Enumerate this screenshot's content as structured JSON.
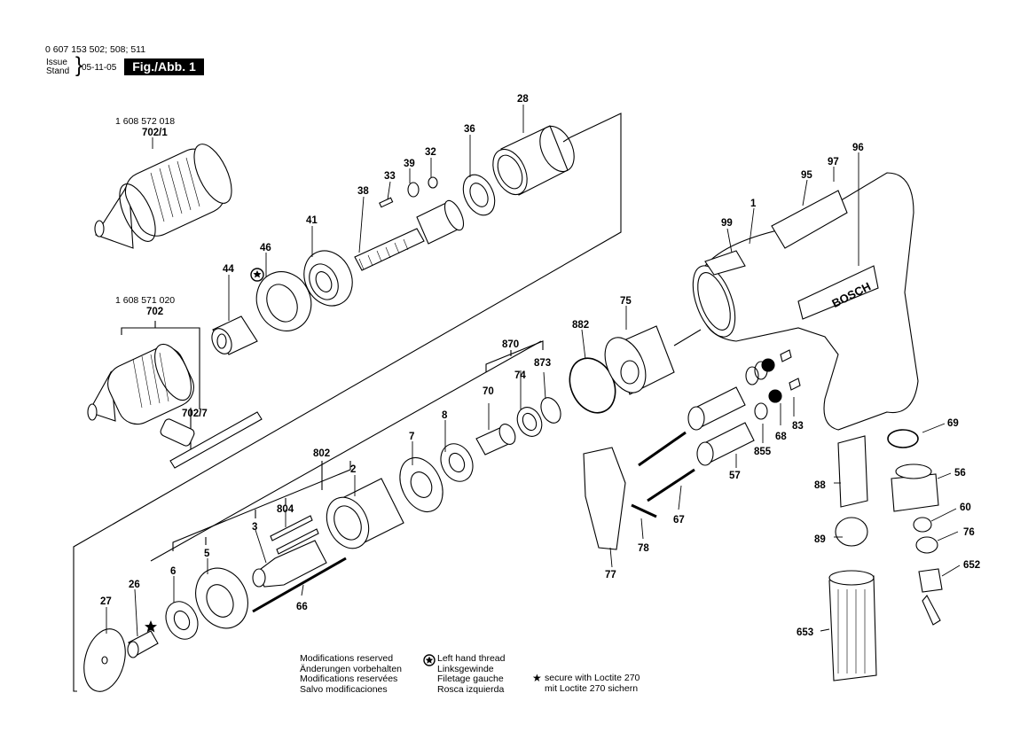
{
  "header": {
    "code": "0 607 153 502; 508; 511",
    "issue_label": "Issue",
    "stand_label": "Stand",
    "date": "05-11-05",
    "figure": "Fig./Abb. 1"
  },
  "parts": {
    "p702_1_num": "1 608 572 018",
    "p702_1": "702/1",
    "p702_num": "1 608 571 020",
    "p702": "702",
    "p702_7": "702/7",
    "p28": "28",
    "p36": "36",
    "p32": "32",
    "p39": "39",
    "p33": "33",
    "p38": "38",
    "p41": "41",
    "p46": "46",
    "p44": "44",
    "p870": "870",
    "p873": "873",
    "p74": "74",
    "p70": "70",
    "p8": "8",
    "p7": "7",
    "p802": "802",
    "p2": "2",
    "p804": "804",
    "p3": "3",
    "p5": "5",
    "p6": "6",
    "p26": "26",
    "p27": "27",
    "p66": "66",
    "p882": "882",
    "p75": "75",
    "p99": "99",
    "p1": "1",
    "p95": "95",
    "p97": "97",
    "p96": "96",
    "p855": "855",
    "p68": "68",
    "p83": "83",
    "p57": "57",
    "p67": "67",
    "p78": "78",
    "p77": "77",
    "p69": "69",
    "p88": "88",
    "p56": "56",
    "p60": "60",
    "p89": "89",
    "p76": "76",
    "p652": "652",
    "p653": "653",
    "brand": "BOSCH"
  },
  "notes": {
    "modifications": [
      "Modifications reserved",
      "Änderungen vorbehalten",
      "Modifications reservées",
      "Salvo modificaciones"
    ],
    "left_hand": [
      "Left hand thread",
      "Linksgewinde",
      "Filetage gauche",
      "Rosca izquierda"
    ],
    "loctite": [
      "secure with Loctite 270",
      "mit Loctite 270 sichern"
    ]
  }
}
